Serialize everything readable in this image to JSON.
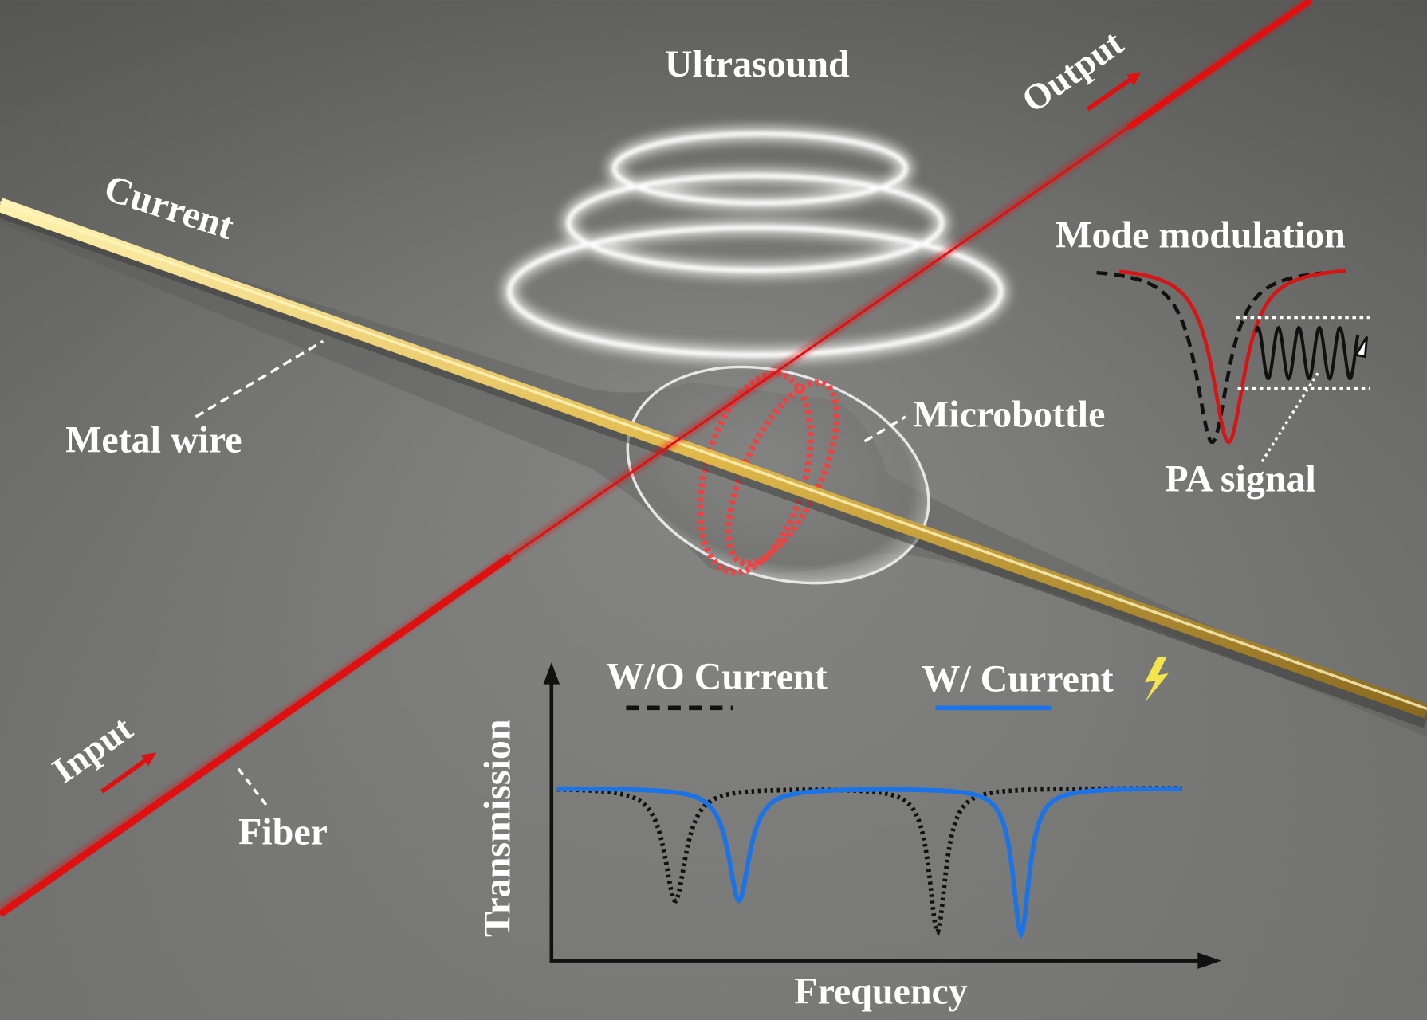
{
  "labels": {
    "ultrasound": "Ultrasound",
    "output": "Output",
    "input": "Input",
    "current": "Current",
    "metal_wire": "Metal wire",
    "microbottle": "Microbottle",
    "fiber": "Fiber",
    "mode_modulation": "Mode modulation",
    "pa_signal": "PA signal"
  },
  "plot": {
    "ylabel": "Transmission",
    "xlabel": "Frequency",
    "legend": [
      {
        "label": "W/O Current",
        "style": "dashed",
        "color": "#111111"
      },
      {
        "label": "W/ Current",
        "style": "solid",
        "color": "#1a73e8"
      }
    ]
  },
  "colors": {
    "background": "#6f6f6d",
    "fiber": "#e01010",
    "wire": "#e8c860",
    "blue": "#1a73e8",
    "mode_red": "#d81414"
  }
}
